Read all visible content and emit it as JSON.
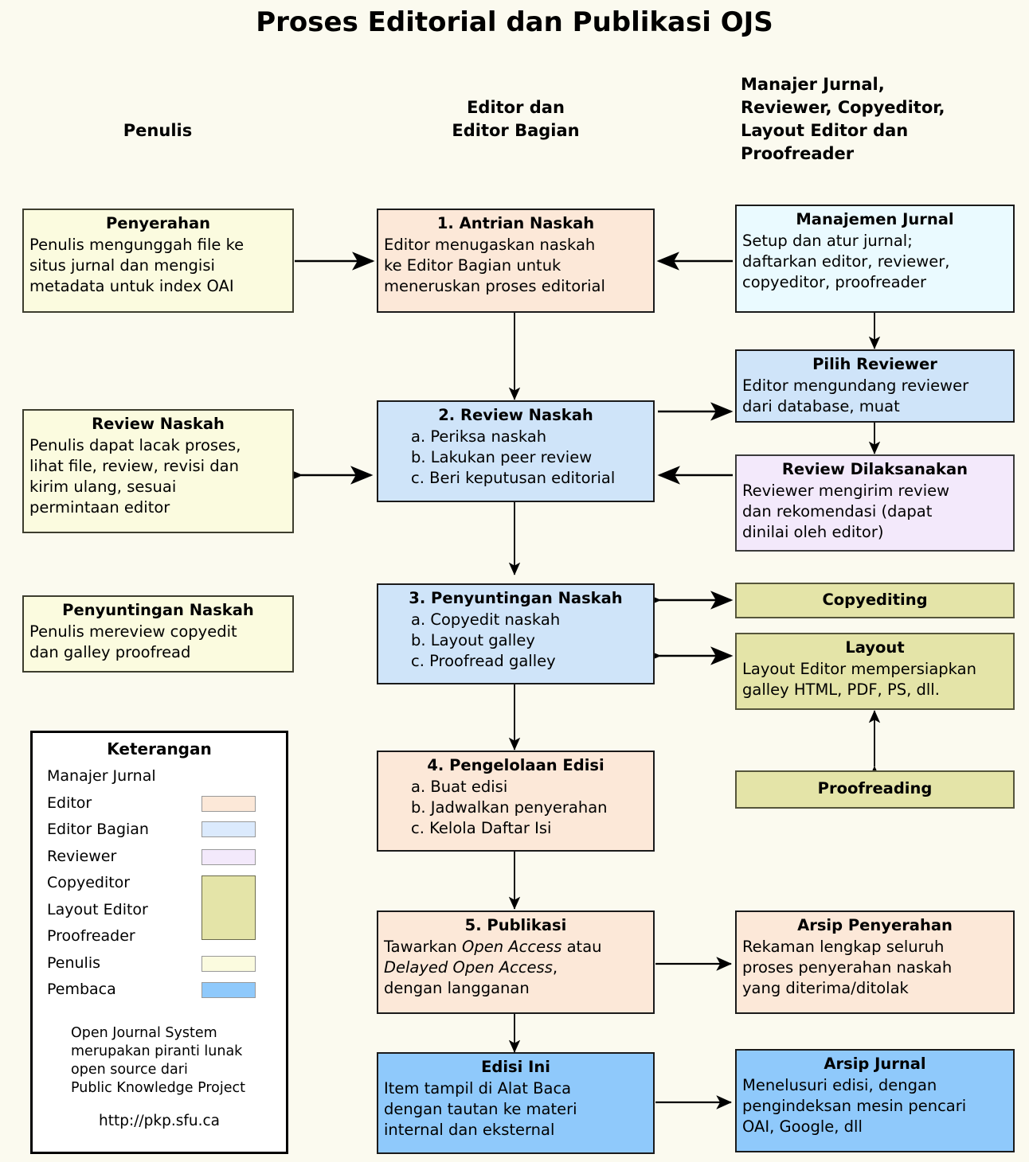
{
  "title": "Proses Editorial dan Publikasi OJS",
  "column_headers": [
    {
      "id": "penulis",
      "label": "Penulis"
    },
    {
      "id": "editor",
      "label": "Editor dan\nEditor Bagian"
    },
    {
      "id": "lainnya",
      "label": "Manajer Jurnal,\nReviewer, Copyeditor,\nLayout Editor dan\nProofreader"
    }
  ],
  "boxes": {
    "penyerahan": {
      "title": "Penyerahan",
      "lines": [
        "Penulis mengunggah file ke",
        "situs jurnal dan mengisi",
        "metadata untuk index OAI"
      ],
      "role": "Penulis",
      "color": "#fbfbdf"
    },
    "antrian": {
      "title": "1. Antrian Naskah",
      "lines": [
        "Editor menugaskan naskah",
        "ke Editor Bagian untuk",
        "meneruskan proses editorial"
      ],
      "role": "Editor",
      "color": "#fce8d8"
    },
    "manajemen": {
      "title": "Manajemen Jurnal",
      "lines": [
        "Setup dan atur jurnal;",
        "daftarkan editor, reviewer,",
        "copyeditor, proofreader"
      ],
      "role": "Manajer Jurnal",
      "color": "#eafaff"
    },
    "review_naskah_penulis": {
      "title": "Review Naskah",
      "lines": [
        "Penulis dapat lacak proses,",
        "lihat file, review, revisi dan",
        "kirim ulang, sesuai",
        "permintaan editor"
      ],
      "role": "Penulis",
      "color": "#fbfbdf"
    },
    "review_naskah": {
      "title": "2. Review Naskah",
      "lines": [
        "a. Periksa naskah",
        "b. Lakukan peer review",
        "c. Beri keputusan editorial"
      ],
      "role": "Editor Bagian",
      "color": "#cfe4f9"
    },
    "pilih_reviewer": {
      "title": "Pilih Reviewer",
      "lines": [
        "Editor mengundang reviewer",
        "dari database, muat"
      ],
      "role": "Editor Bagian",
      "color": "#cfe4f9"
    },
    "review_dilaksanakan": {
      "title": "Review Dilaksanakan",
      "lines": [
        "Reviewer mengirim review",
        "dan rekomendasi (dapat",
        "dinilai oleh editor)"
      ],
      "role": "Reviewer",
      "color": "#f3e9fb"
    },
    "penyuntingan_penulis": {
      "title": "Penyuntingan Naskah",
      "lines": [
        "Penulis mereview copyedit",
        "dan galley proofread"
      ],
      "role": "Penulis",
      "color": "#fbfbdf"
    },
    "penyuntingan": {
      "title": "3. Penyuntingan Naskah",
      "lines": [
        "a. Copyedit naskah",
        "b. Layout galley",
        "c. Proofread galley"
      ],
      "role": "Editor Bagian",
      "color": "#cfe4f9"
    },
    "copyediting": {
      "title": "Copyediting",
      "lines": [],
      "role": "Copyeditor",
      "color": "#e4e4a8"
    },
    "layout": {
      "title": "Layout",
      "lines": [
        "Layout Editor mempersiapkan",
        "galley HTML, PDF, PS, dll."
      ],
      "role": "Layout Editor",
      "color": "#e4e4a8"
    },
    "proofreading": {
      "title": "Proofreading",
      "lines": [],
      "role": "Proofreader",
      "color": "#e4e4a8"
    },
    "pengelolaan": {
      "title": "4. Pengelolaan Edisi",
      "lines": [
        "a. Buat edisi",
        "b. Jadwalkan penyerahan",
        "c. Kelola Daftar Isi"
      ],
      "role": "Editor",
      "color": "#fce8d8"
    },
    "publikasi": {
      "title": "5. Publikasi",
      "lines": [
        "Tawarkan Open Access atau",
        "Delayed Open Access,",
        "dengan langganan"
      ],
      "italic_terms": [
        "Open Access",
        "Delayed Open Access"
      ],
      "role": "Editor",
      "color": "#fce8d8"
    },
    "arsip_penyerahan": {
      "title": "Arsip Penyerahan",
      "lines": [
        "Rekaman lengkap seluruh",
        "proses penyerahan naskah",
        "yang diterima/ditolak"
      ],
      "role": "Editor",
      "color": "#fce8d8"
    },
    "edisi_ini": {
      "title": "Edisi Ini",
      "lines": [
        "Item tampil di Alat Baca",
        "dengan tautan ke materi",
        "internal dan eksternal"
      ],
      "role": "Pembaca",
      "color": "#8fc9fb"
    },
    "arsip_jurnal": {
      "title": "Arsip Jurnal",
      "lines": [
        "Menelusuri edisi, dengan",
        "pengindeksan mesin pencari",
        "OAI, Google, dll"
      ],
      "role": "Pembaca",
      "color": "#8fc9fb"
    }
  },
  "legend": {
    "title": "Keterangan",
    "rows": [
      {
        "label": "Manajer Jurnal",
        "swatch": null
      },
      {
        "label": "Editor",
        "swatch": "#fce8d8"
      },
      {
        "label": "Editor Bagian",
        "swatch": "#dbeafd"
      },
      {
        "label": "Reviewer",
        "swatch": "#f3e9fb"
      },
      {
        "label": "Copyeditor",
        "swatch": "#e4e4a8"
      },
      {
        "label": "Layout Editor",
        "swatch": null
      },
      {
        "label": "Proofreader",
        "swatch": null
      },
      {
        "label": "Penulis",
        "swatch": "#fbfbdf"
      },
      {
        "label": "Pembaca",
        "swatch": "#8fc9fb"
      }
    ],
    "note": "Open Journal System\nmerupakan piranti lunak\nopen source dari\nPublic Knowledge Project",
    "url": "http://pkp.sfu.ca"
  }
}
